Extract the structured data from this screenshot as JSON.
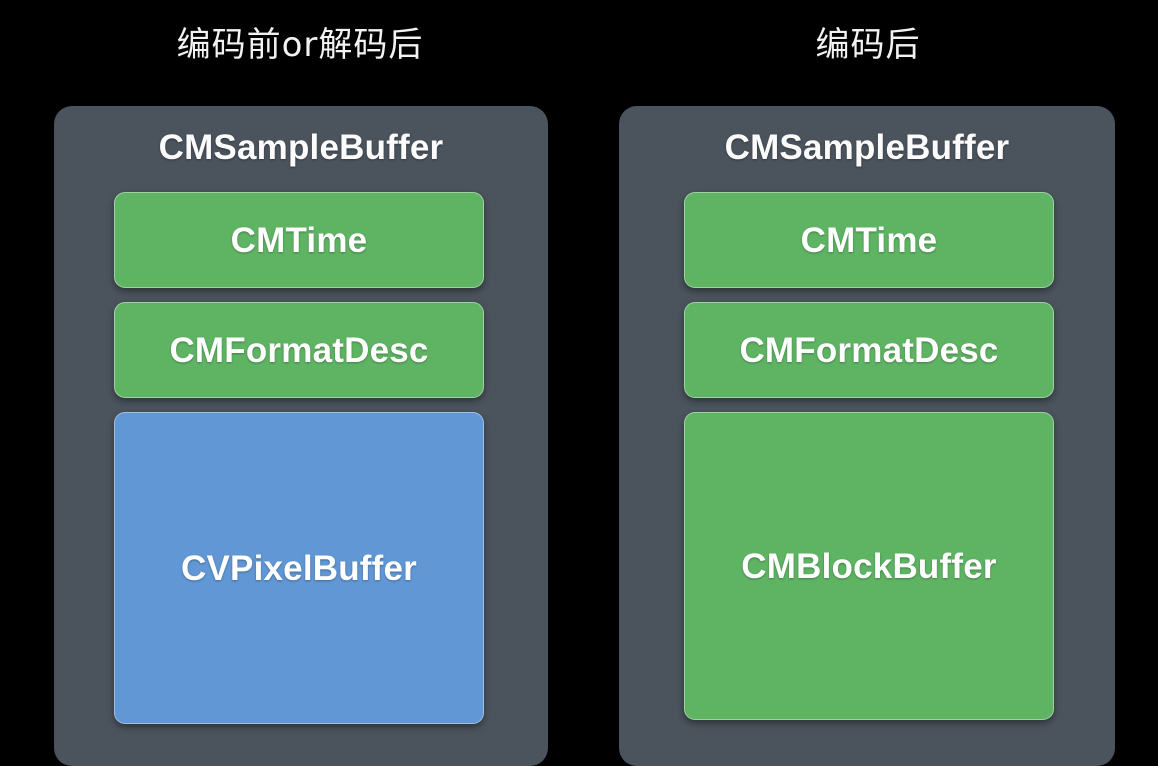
{
  "background_color": "#000000",
  "colors": {
    "panel": "#4b535d",
    "green": "#5fb464",
    "blue": "#6097d4",
    "text": "#ffffff",
    "title": "#f2f2f2"
  },
  "titles": {
    "left": "编码前or解码后",
    "right": "编码后"
  },
  "panels": [
    {
      "id": "before-encode",
      "title": "CMSampleBuffer",
      "blocks": [
        {
          "label": "CMTime",
          "color": "green"
        },
        {
          "label": "CMFormatDesc",
          "color": "green"
        },
        {
          "label": "CVPixelBuffer",
          "color": "blue"
        }
      ]
    },
    {
      "id": "after-encode",
      "title": "CMSampleBuffer",
      "blocks": [
        {
          "label": "CMTime",
          "color": "green"
        },
        {
          "label": "CMFormatDesc",
          "color": "green"
        },
        {
          "label": "CMBlockBuffer",
          "color": "green"
        }
      ]
    }
  ]
}
